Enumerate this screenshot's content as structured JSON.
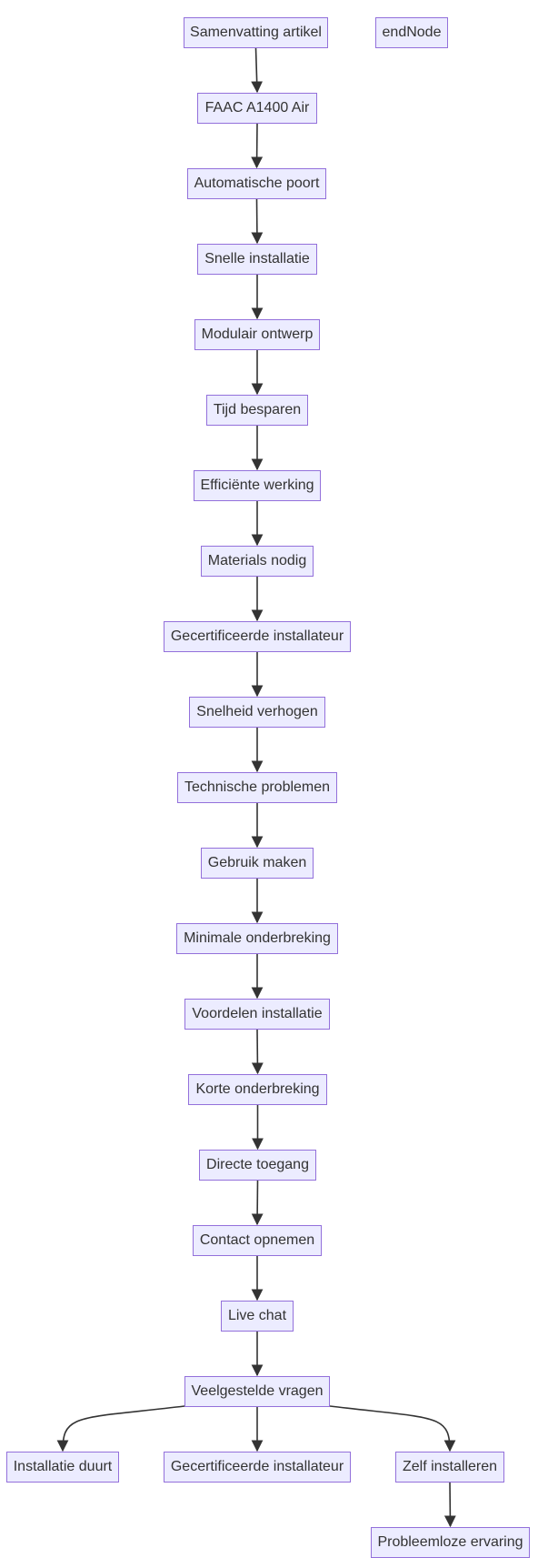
{
  "diagram": {
    "type": "flowchart",
    "direction": "TD",
    "colors": {
      "node_fill": "#ececff",
      "node_stroke": "#9370db",
      "text": "#333333",
      "edge": "#333333"
    },
    "nodes": {
      "samenvatting": "Samenvatting artikel",
      "endnode": "endNode",
      "faac": "FAAC A1400 Air",
      "automatische": "Automatische poort",
      "snelle": "Snelle installatie",
      "modulair": "Modulair ontwerp",
      "tijd": "Tijd besparen",
      "efficiente": "Efficiënte werking",
      "materials": "Materials nodig",
      "gecertificeerde1": "Gecertificeerde installateur",
      "snelheid": "Snelheid verhogen",
      "technische": "Technische problemen",
      "gebruik": "Gebruik maken",
      "minimale": "Minimale onderbreking",
      "voordelen": "Voordelen installatie",
      "korte": "Korte onderbreking",
      "directe": "Directe toegang",
      "contact": "Contact opnemen",
      "livechat": "Live chat",
      "veelgestelde": "Veelgestelde vragen",
      "installatieduurt": "Installatie duurt",
      "gecertificeerde2": "Gecertificeerde installateur",
      "zelf": "Zelf installeren",
      "probleemloze": "Probleemloze ervaring"
    },
    "edges": [
      [
        "samenvatting",
        "faac"
      ],
      [
        "faac",
        "automatische"
      ],
      [
        "automatische",
        "snelle"
      ],
      [
        "snelle",
        "modulair"
      ],
      [
        "modulair",
        "tijd"
      ],
      [
        "tijd",
        "efficiente"
      ],
      [
        "efficiente",
        "materials"
      ],
      [
        "materials",
        "gecertificeerde1"
      ],
      [
        "gecertificeerde1",
        "snelheid"
      ],
      [
        "snelheid",
        "technische"
      ],
      [
        "technische",
        "gebruik"
      ],
      [
        "gebruik",
        "minimale"
      ],
      [
        "minimale",
        "voordelen"
      ],
      [
        "voordelen",
        "korte"
      ],
      [
        "korte",
        "directe"
      ],
      [
        "directe",
        "contact"
      ],
      [
        "contact",
        "livechat"
      ],
      [
        "livechat",
        "veelgestelde"
      ],
      [
        "veelgestelde",
        "installatieduurt"
      ],
      [
        "veelgestelde",
        "gecertificeerde2"
      ],
      [
        "veelgestelde",
        "zelf"
      ],
      [
        "zelf",
        "probleemloze"
      ]
    ]
  }
}
